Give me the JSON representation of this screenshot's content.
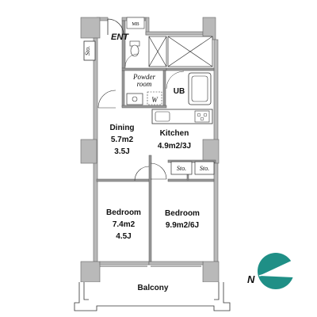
{
  "rooms": {
    "entrance": "ENT",
    "meter_box": "MB",
    "storage_left": "Sto.",
    "powder_room_line1": "Powder",
    "powder_room_line2": "room",
    "washer": "W",
    "unit_bath": "UB",
    "dining_line1": "Dining",
    "dining_line2": "5.7m2",
    "dining_line3": "3.5J",
    "kitchen_line1": "Kitchen",
    "kitchen_line2": "4.9m2/3J",
    "storage_a": "Sto.",
    "storage_b": "Sto.",
    "bedroom1_line1": "Bedroom",
    "bedroom1_line2": "7.4m2",
    "bedroom1_line3": "4.5J",
    "bedroom2_line1": "Bedroom",
    "bedroom2_line2": "9.9m2/6J",
    "balcony": "Balcony"
  },
  "compass": {
    "label": "N",
    "color": "#1f8f86"
  }
}
